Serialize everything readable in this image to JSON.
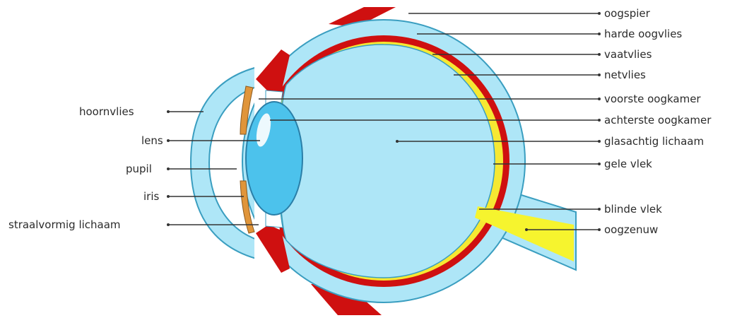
{
  "diagram": {
    "colors": {
      "sclera": "#aee6f7",
      "outline": "#3a9ec0",
      "choroid": "#cf1010",
      "retina": "#f6e832",
      "vitreous": "#aee6f7",
      "lens": "#4cc2ec",
      "iris": "#e0953a",
      "nerve": "#f6f42e"
    },
    "labels_left": [
      {
        "id": "hoornvlies",
        "text": "hoornvlies"
      },
      {
        "id": "lens",
        "text": "lens"
      },
      {
        "id": "pupil",
        "text": "pupil"
      },
      {
        "id": "iris",
        "text": "iris"
      },
      {
        "id": "straalvormig",
        "text": "straalvormig lichaam"
      }
    ],
    "labels_right": [
      {
        "id": "oogspier",
        "text": "oogspier"
      },
      {
        "id": "harde-oogvlies",
        "text": "harde oogvlies"
      },
      {
        "id": "vaatvlies",
        "text": "vaatvlies"
      },
      {
        "id": "netvlies",
        "text": "netvlies"
      },
      {
        "id": "voorste-oogkamer",
        "text": "voorste oogkamer"
      },
      {
        "id": "achterste-oogkamer",
        "text": "achterste oogkamer"
      },
      {
        "id": "glasachtig",
        "text": "glasachtig lichaam"
      },
      {
        "id": "gele-vlek",
        "text": "gele vlek"
      },
      {
        "id": "blinde-vlek",
        "text": "blinde vlek"
      },
      {
        "id": "oogzenuw",
        "text": "oogzenuw"
      }
    ]
  }
}
